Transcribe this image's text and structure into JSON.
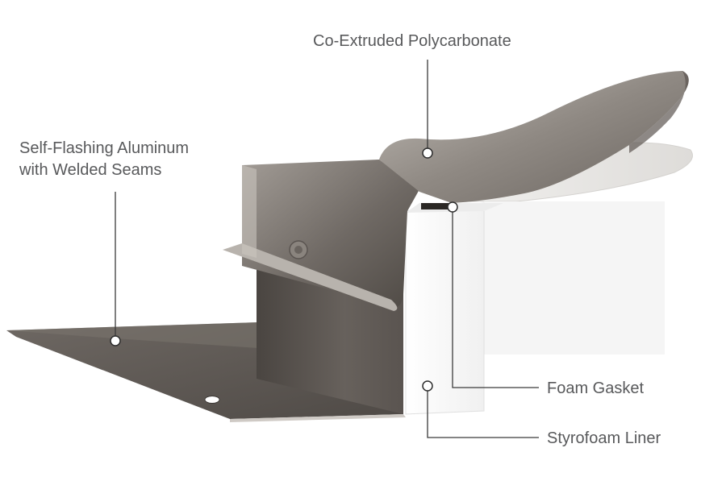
{
  "labels": {
    "polycarbonate": "Co-Extruded Polycarbonate",
    "aluminum_line1": "Self-Flashing Aluminum",
    "aluminum_line2": "with Welded Seams",
    "foam_gasket": "Foam Gasket",
    "styrofoam_liner": "Styrofoam Liner"
  },
  "colors": {
    "aluminum_dark": "#5d5752",
    "aluminum_mid": "#8a847e",
    "aluminum_light": "#b3aea8",
    "dome": "#e6e5e3",
    "liner": "#fbfbfb",
    "text": "#58595b"
  }
}
